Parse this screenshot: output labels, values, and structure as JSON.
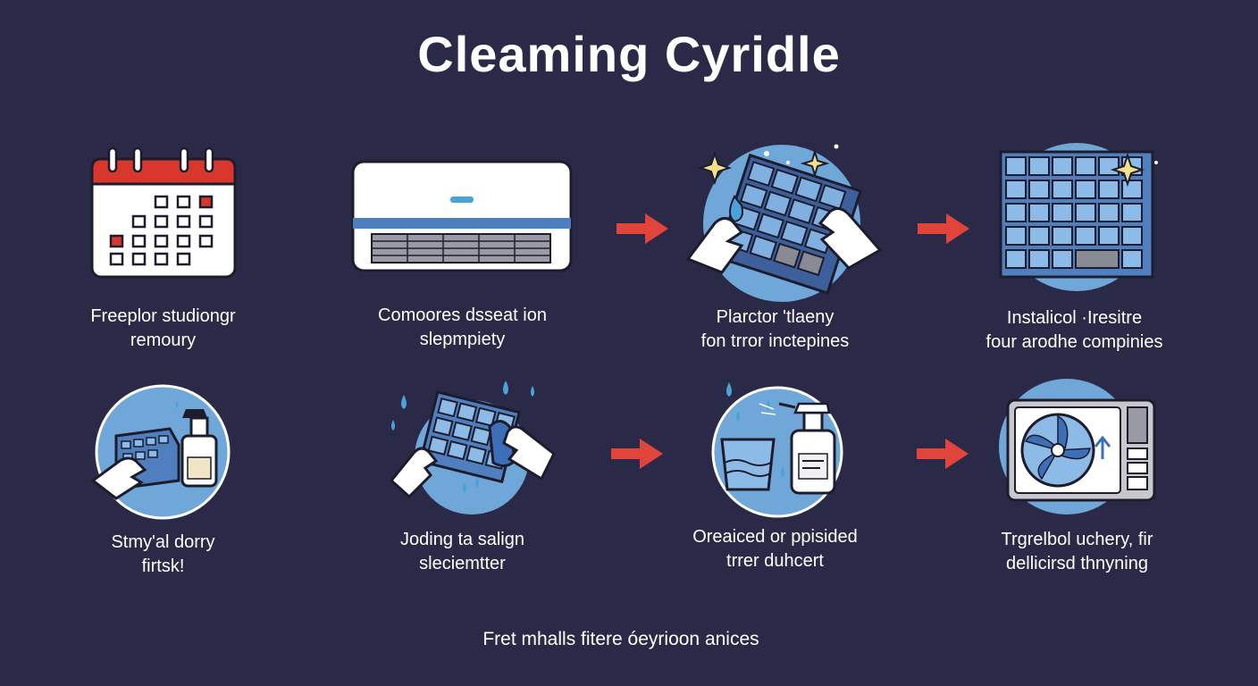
{
  "title": "Cleaming Cyridle",
  "footer": "Fret mhalls fitere óeyrioon anices",
  "colors": {
    "background": "#2a2a48",
    "circle": "#6fa7d8",
    "arrow": "#e0443a",
    "accent_red": "#d9372d",
    "text": "#ffffff"
  },
  "steps": [
    {
      "icon": "calendar-icon",
      "caption": [
        "Freeplor studiongr",
        "remoury"
      ]
    },
    {
      "icon": "air-conditioner-icon",
      "caption": [
        "Comoores dsseat ion",
        "slepmpiety"
      ]
    },
    {
      "icon": "filter-cleaning-icon",
      "caption": [
        "Plarctor 'tlaeny",
        "fon trror inctepines"
      ]
    },
    {
      "icon": "clean-filter-icon",
      "caption": [
        "Instalicol ·Iresitre",
        "four arodhe compinies"
      ]
    },
    {
      "icon": "sponge-spray-icon",
      "caption": [
        "Stmy'al dorry",
        "firtsk!"
      ]
    },
    {
      "icon": "washing-filter-icon",
      "caption": [
        "Joding ta salign",
        "sleciemtter"
      ]
    },
    {
      "icon": "bucket-detergent-icon",
      "caption": [
        "Oreaiced or ppisided",
        "trrer duhcert"
      ]
    },
    {
      "icon": "outdoor-unit-icon",
      "caption": [
        "Trgrelbol uchery, fir",
        "dellicirsd thnyning"
      ]
    }
  ]
}
